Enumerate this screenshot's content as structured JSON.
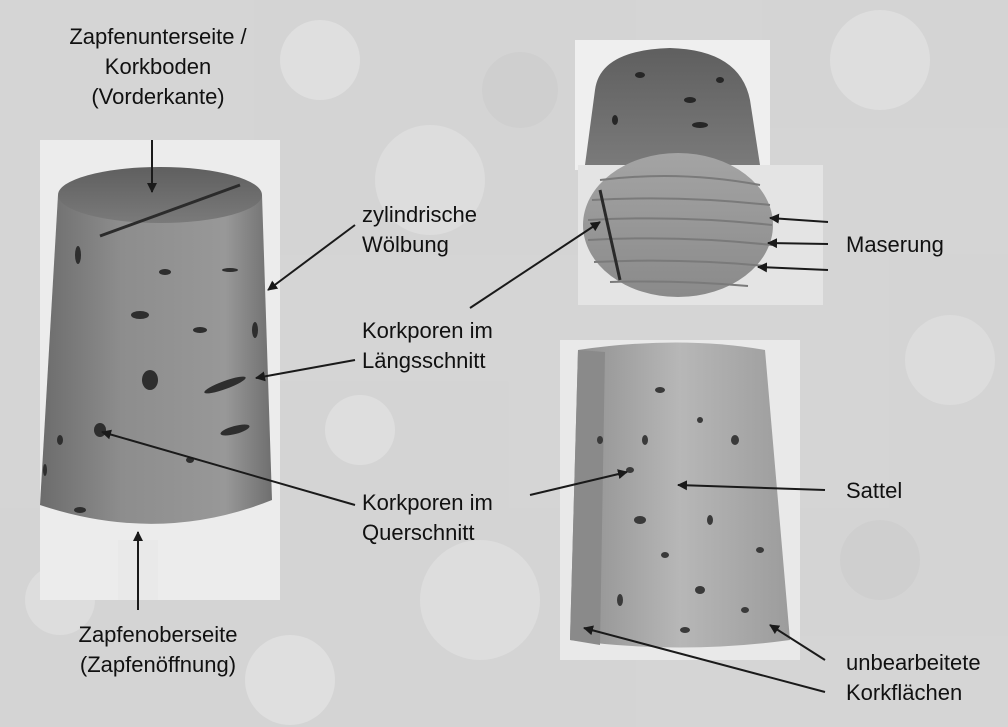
{
  "labels": {
    "zapfenunterseite": [
      "Zapfenunterseite /",
      "Korkboden",
      "(Vorderkante)"
    ],
    "zylindrisch": [
      "zylindrische",
      "Wölbung"
    ],
    "maserung": [
      "Maserung"
    ],
    "laengsschnitt": [
      "Korkporen im",
      "Längsschnitt"
    ],
    "querschnitt": [
      "Korkporen im",
      "Querschnitt"
    ],
    "sattel": [
      "Sattel"
    ],
    "zapfenoberseite": [
      "Zapfenoberseite",
      "(Zapfenöffnung)"
    ],
    "unbearbeitet": [
      "unbearbeitete",
      "Korkflächen"
    ]
  },
  "colors": {
    "background": "#d7d7d7",
    "cork_dark": "#6e6e6e",
    "cork_light": "#a9a9a9",
    "arrow": "#1a1a1a"
  }
}
